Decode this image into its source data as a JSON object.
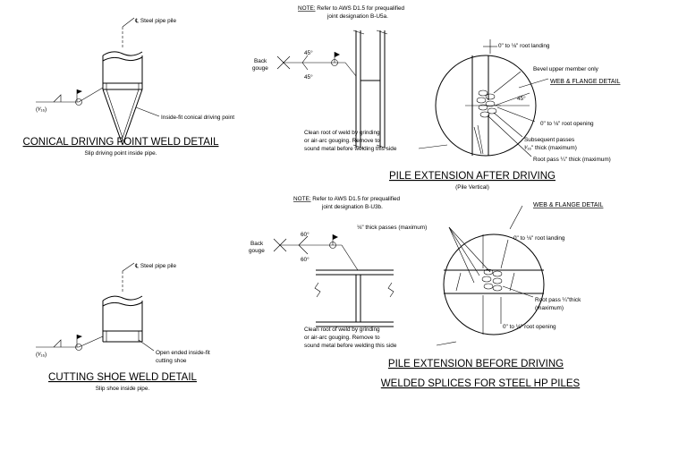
{
  "conical": {
    "callout_pipe": "℄ Steel pipe pile",
    "weld_size": "(³⁄₁₆)",
    "callout_point": "Inside-fit conical driving point",
    "title": "CONICAL DRIVING POINT WELD DETAIL",
    "subtitle": "Slip driving point inside pipe."
  },
  "shoe": {
    "callout_pipe": "℄ Steel pipe pile",
    "weld_size": "(³⁄₁₆)",
    "callout_shoe_1": "Open ended inside-fit",
    "callout_shoe_2": "cutting shoe",
    "title": "CUTTING SHOE WELD DETAIL",
    "subtitle": "Slip shoe inside pipe."
  },
  "after": {
    "note_label": "NOTE:",
    "note_line1": " Refer to AWS D1.5 for prequalified",
    "note_line2": "joint designation B-U5a.",
    "back_gouge_1": "Back",
    "back_gouge_2": "gouge",
    "angle_top": "45°",
    "angle_bottom": "45°",
    "clean_1": "Clean root of weld by grinding",
    "clean_2": "or air-arc gouging.  Remove to",
    "clean_3": "sound metal before welding this side",
    "root_landing": "0\" to ⅛\" root landing",
    "bevel": "Bevel upper member only",
    "web_flange": "WEB & FLANGE DETAIL",
    "angle_detail": "45°",
    "root_opening": "0\" to ⅛\" root opening",
    "passes_1": "Subsequent passes",
    "passes_2": "³⁄₁₆\" thick (maximum)",
    "root_pass": "Root pass ¼\" thick (maximum)",
    "title": "PILE EXTENSION AFTER DRIVING",
    "subtitle": "(Pile Vertical)"
  },
  "before": {
    "note_label": "NOTE:",
    "note_line1": " Refer to AWS D1.5 for prequalified",
    "note_line2": "joint designation B-U3b.",
    "back_gouge_1": "Back",
    "back_gouge_2": "gouge",
    "angle_top": "60°",
    "angle_bottom": "60°",
    "passes": "⅛\" thick passes (maximum)",
    "web_flange": "WEB & FLANGE DETAIL",
    "root_landing": "0\" to ⅛\" root landing",
    "root_pass_1": "Root pass ¼\"thick",
    "root_pass_2": "(maximum)",
    "root_opening": "0\" to ⅛\" root opening",
    "clean_1": "Clean root of weld by grinding",
    "clean_2": "or air-arc gouging.  Remove to",
    "clean_3": "sound metal before welding this side",
    "title": "PILE EXTENSION BEFORE DRIVING"
  },
  "sheet_title": "WELDED SPLICES FOR STEEL HP PILES"
}
